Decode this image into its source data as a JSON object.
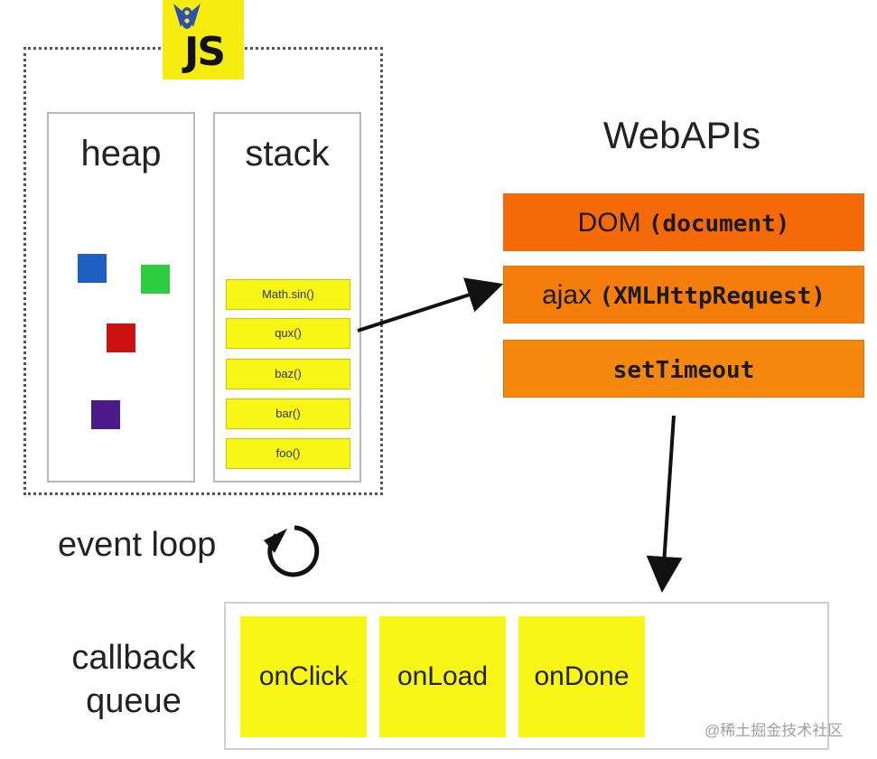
{
  "logo": {
    "text": "JS",
    "color": "#f6ec10"
  },
  "heap": {
    "title": "heap",
    "blocks": [
      {
        "color": "#1f5fbf"
      },
      {
        "color": "#2ecc40"
      },
      {
        "color": "#cc1111"
      },
      {
        "color": "#4b1a8a"
      }
    ]
  },
  "stack": {
    "title": "stack",
    "frames": [
      "Math.sin()",
      "qux()",
      "baz()",
      "bar()",
      "foo()"
    ],
    "frame_color": "#f8f617"
  },
  "webapis": {
    "title": "WebAPIs",
    "items": [
      {
        "plain": "DOM ",
        "code": "(document)",
        "color": "#f46a0a"
      },
      {
        "plain": "ajax ",
        "code": "(XMLHttpRequest)",
        "color": "#f47d0c"
      },
      {
        "plain": "",
        "code": "setTimeout",
        "color": "#f4880e"
      }
    ]
  },
  "event_loop": {
    "label": "event loop",
    "icon": "refresh-cycle-icon"
  },
  "callback_queue": {
    "label_line1": "callback",
    "label_line2": "queue",
    "items": [
      "onClick",
      "onLoad",
      "onDone"
    ]
  },
  "watermark": "@稀土掘金技术社区"
}
